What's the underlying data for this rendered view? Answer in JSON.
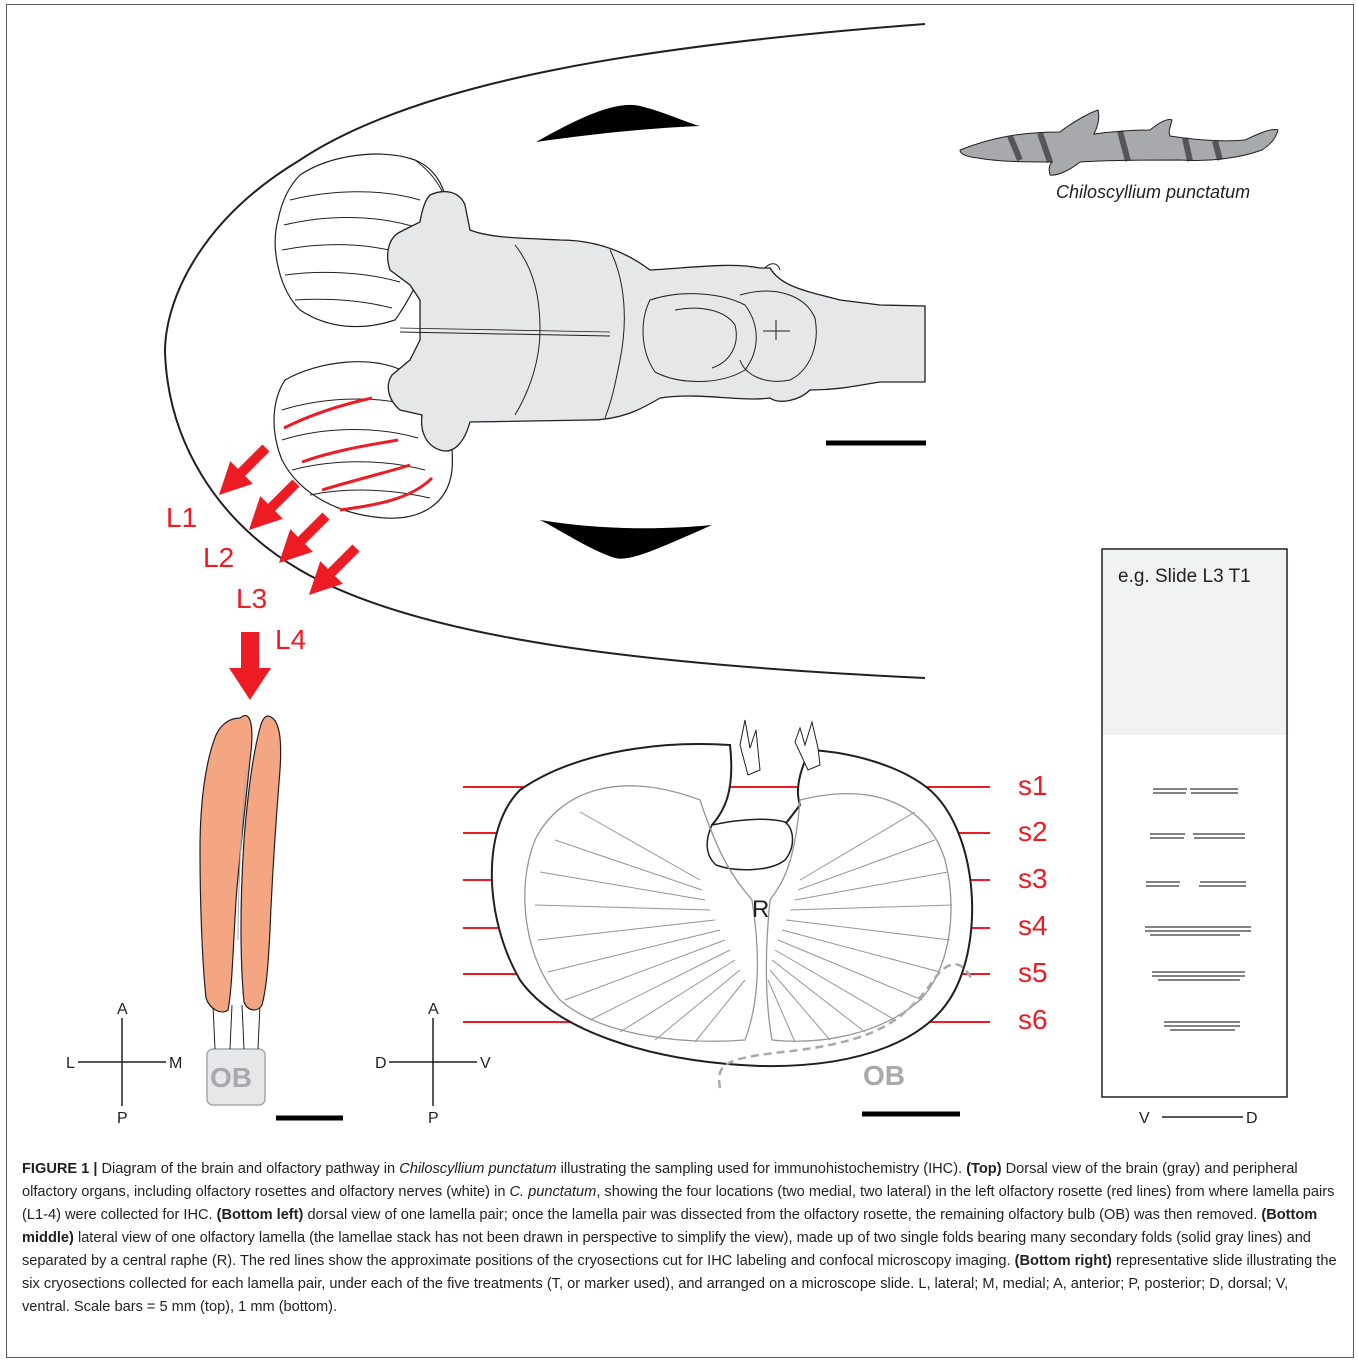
{
  "figure": {
    "species_label": "Chiloscyllium punctatum",
    "lamella_labels": [
      "L1",
      "L2",
      "L3",
      "L4"
    ],
    "section_labels": [
      "s1",
      "s2",
      "s3",
      "s4",
      "s5",
      "s6"
    ],
    "raphe_label": "R",
    "bulb_label": "OB",
    "slide_title": "e.g. Slide L3 T1",
    "axes_left": {
      "top": "A",
      "bottom": "P",
      "left": "L",
      "right": "M"
    },
    "axes_middle": {
      "top": "A",
      "bottom": "P",
      "left": "D",
      "right": "V"
    },
    "slide_axis": {
      "left": "V",
      "right": "D"
    },
    "colors": {
      "red": "#ed1c24",
      "brain_gray": "#e6e7e8",
      "lamella_orange": "#f4a582",
      "outline": "#231f20"
    }
  },
  "caption": {
    "label": "FIGURE 1 |",
    "intro_a": " Diagram of the brain and olfactory pathway in ",
    "intro_species": "Chiloscyllium punctatum",
    "intro_b": " illustrating the sampling used for immunohistochemistry (IHC). ",
    "top_label": "(Top)",
    "top_a": " Dorsal view of the brain (gray) and peripheral olfactory organs, including olfactory rosettes and olfactory nerves (white) in ",
    "top_species": "C. punctatum",
    "top_b": ", showing the four locations (two medial, two lateral) in the left olfactory rosette (red lines) from where lamella pairs (L1-4) were collected for IHC. ",
    "bl_label": "(Bottom left)",
    "bl_text": " dorsal view of one lamella pair; once the lamella pair was dissected from the olfactory rosette, the remaining olfactory bulb (OB) was then removed. ",
    "bm_label": "(Bottom middle)",
    "bm_text": " lateral view of one olfactory lamella (the lamellae stack has not been drawn in perspective to simplify the view), made up of two single folds bearing many secondary folds (solid gray lines) and separated by a central raphe (R). The red lines show the approximate positions of the cryosections cut for IHC labeling and confocal microscopy imaging. ",
    "br_label": "(Bottom right)",
    "br_text": " representative slide illustrating the six cryosections collected for each lamella pair, under each of the five treatments (T, or marker used), and arranged on a microscope slide. L, lateral; M, medial; A, anterior; P, posterior; D, dorsal; V, ventral. Scale bars = 5 mm (top), 1 mm (bottom)."
  }
}
